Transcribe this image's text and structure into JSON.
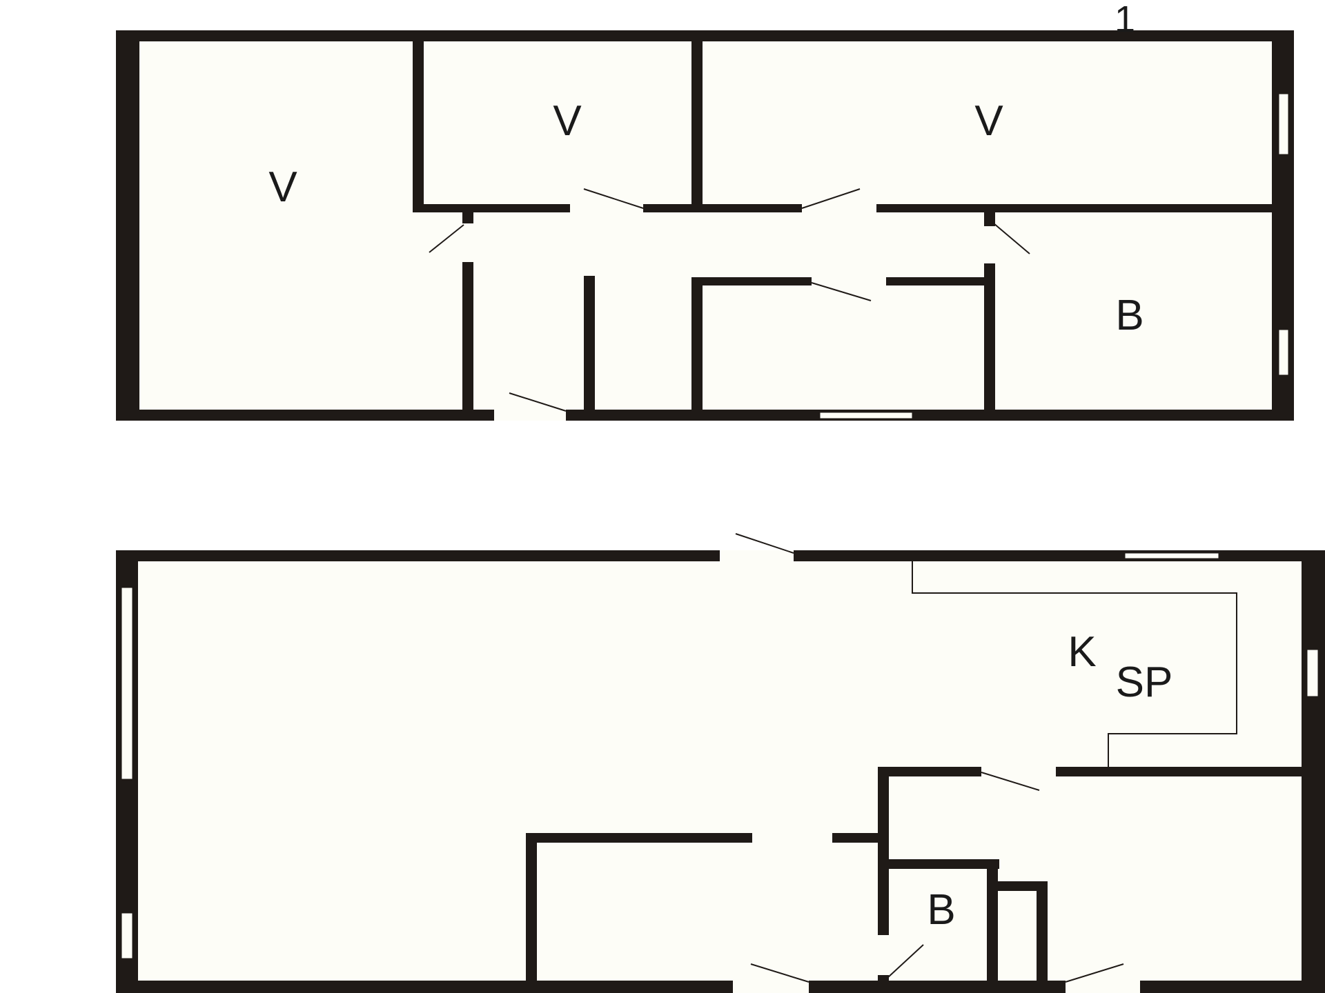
{
  "floorplan": {
    "floor_marker": "1",
    "upper_floor": {
      "rooms": [
        {
          "id": "room-v-left",
          "label": "V"
        },
        {
          "id": "room-v-middle",
          "label": "V"
        },
        {
          "id": "room-v-right",
          "label": "V"
        },
        {
          "id": "room-b-upper",
          "label": "B"
        }
      ]
    },
    "lower_floor": {
      "rooms": [
        {
          "id": "room-kitchen",
          "label_k": "K",
          "label_sp": "SP"
        },
        {
          "id": "room-b-lower",
          "label": "B"
        }
      ]
    },
    "colors": {
      "wall": "#1f1a17",
      "floor": "#fdfdf7",
      "background": "#ffffff"
    }
  }
}
